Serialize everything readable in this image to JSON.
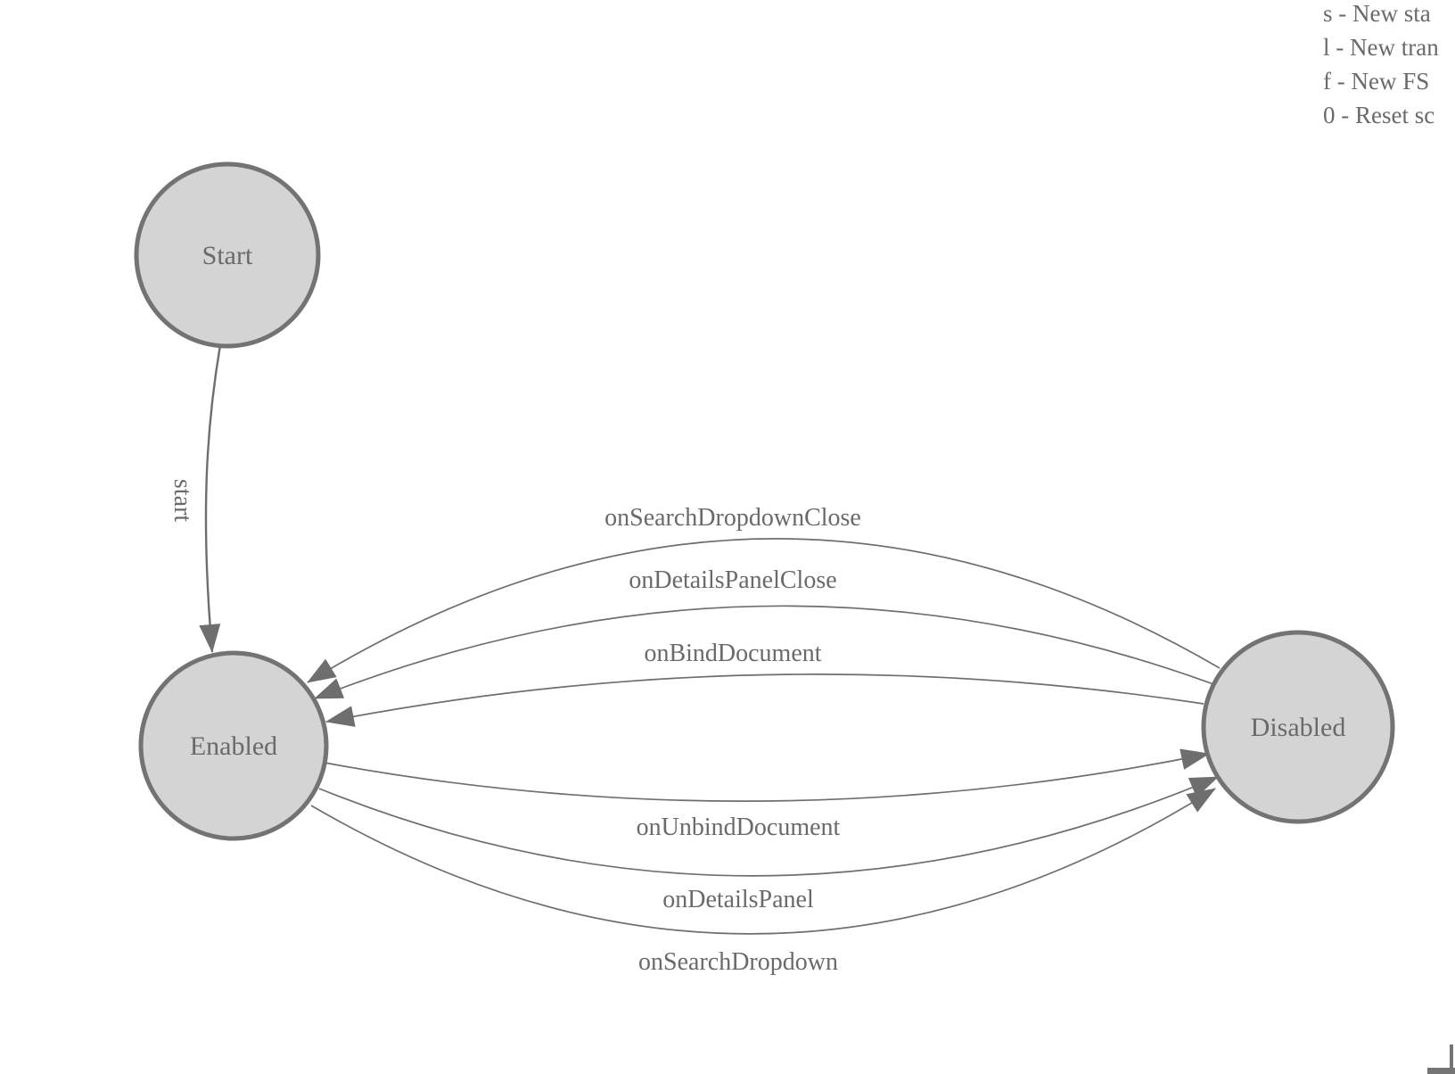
{
  "diagram": {
    "type": "finite-state-machine",
    "nodes": [
      {
        "id": "start",
        "label": "Start"
      },
      {
        "id": "enabled",
        "label": "Enabled"
      },
      {
        "id": "disabled",
        "label": "Disabled"
      }
    ],
    "edges": [
      {
        "from": "Start",
        "to": "Enabled",
        "label": "start"
      },
      {
        "from": "Disabled",
        "to": "Enabled",
        "label": "onSearchDropdownClose"
      },
      {
        "from": "Disabled",
        "to": "Enabled",
        "label": "onDetailsPanelClose"
      },
      {
        "from": "Disabled",
        "to": "Enabled",
        "label": "onBindDocument"
      },
      {
        "from": "Enabled",
        "to": "Disabled",
        "label": "onUnbindDocument"
      },
      {
        "from": "Enabled",
        "to": "Disabled",
        "label": "onDetailsPanel"
      },
      {
        "from": "Enabled",
        "to": "Disabled",
        "label": "onSearchDropdown"
      }
    ]
  },
  "legend": {
    "items": [
      "s - New sta",
      "l - New tran",
      "f - New FS",
      "0 - Reset sc"
    ]
  },
  "colors": {
    "node_fill": "#d4d4d4",
    "node_stroke": "#737373",
    "edge": "#6e6e6e",
    "text": "#6a6a6a"
  }
}
